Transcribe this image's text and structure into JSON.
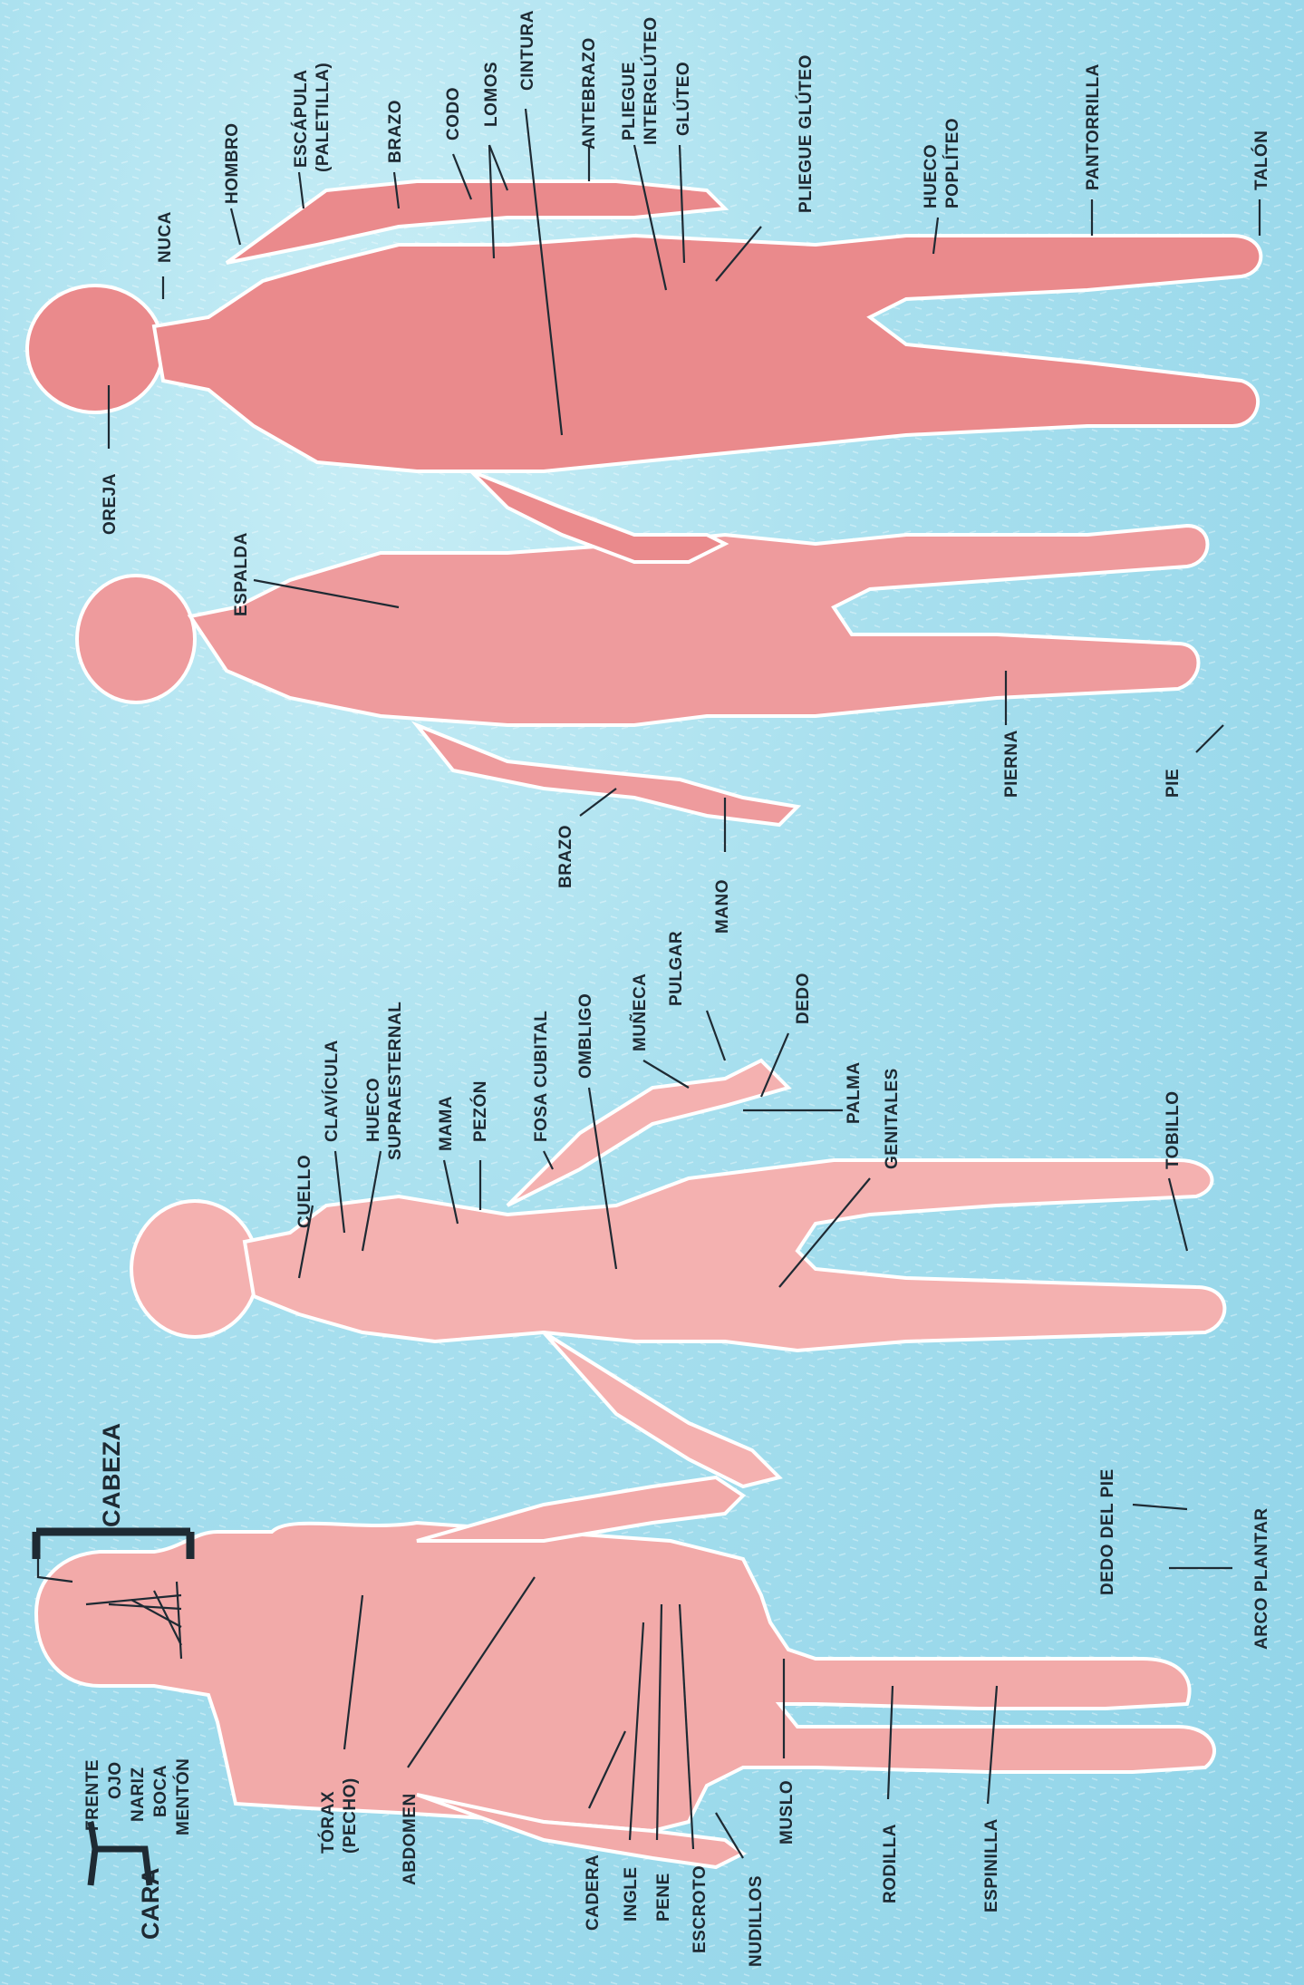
{
  "group_labels": {
    "cara": "CARA",
    "cabeza": "CABEZA"
  },
  "labels": {
    "frente": "FRENTE",
    "ojo": "OJO",
    "nariz": "NARIZ",
    "boca": "BOCA",
    "menton": "MENTÓN",
    "torax": "TÓRAX",
    "pecho": "(PECHO)",
    "abdomen": "ABDOMEN",
    "cadera": "CADERA",
    "ingle": "INGLE",
    "pene": "PENE",
    "escroto": "ESCROTO",
    "nudillos": "NUDILLOS",
    "muslo": "MUSLO",
    "rodilla": "RODILLA",
    "espinilla": "ESPINILLA",
    "dedo_del_pie": "DEDO DEL PIE",
    "arco_plantar": "ARCO PLANTAR",
    "cuello": "CUELLO",
    "clavicula": "CLAVÍCULA",
    "hueco": "HUECO",
    "supraesternal": "SUPRAESTERNAL",
    "mama": "MAMA",
    "pezon": "PEZÓN",
    "fosa_cubital": "FOSA CUBITAL",
    "ombligo": "OMBLIGO",
    "muneca": "MUÑECA",
    "pulgar": "PULGAR",
    "dedo": "DEDO",
    "palma": "PALMA",
    "genitales": "GENITALES",
    "tobillo": "TOBILLO",
    "brazo_back": "BRAZO",
    "mano": "MANO",
    "pierna": "PIERNA",
    "pie": "PIE",
    "espalda": "ESPALDA",
    "oreja": "OREJA",
    "nuca": "NUCA",
    "hombro": "HOMBRO",
    "escapula": "ESCÁPULA",
    "paletilla": "(PALETILLA)",
    "brazo_top": "BRAZO",
    "codo": "CODO",
    "lomos": "LOMOS",
    "cintura": "CINTURA",
    "antebrazo": "ANTEBRAZO",
    "pliegue": "PLIEGUE",
    "intergluteo": "INTERGLÚTEO",
    "gluteo": "GLÚTEO",
    "pliegue_gluteo": "PLIEGUE GLÚTEO",
    "hueco_top": "HUECO",
    "popliteo": "POPLÍTEO",
    "pantorrilla": "PANTORRILLA",
    "talon": "TALÓN"
  },
  "colors": {
    "background": "#9fdcec",
    "skin_front": "#f2a8a8",
    "skin_back": "#ec8c8e",
    "text": "#1e2a33"
  }
}
